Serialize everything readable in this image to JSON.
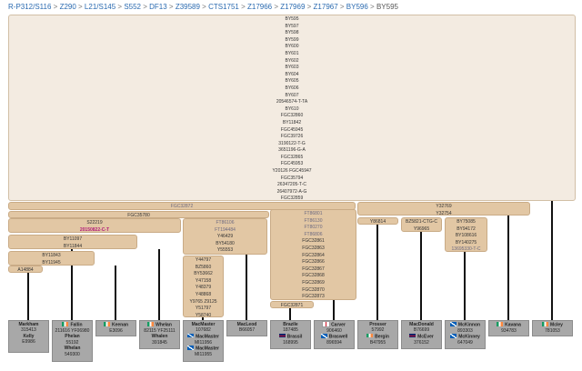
{
  "breadcrumb": {
    "links": [
      "R-P312/S116",
      "Z290",
      "L21/S145",
      "S552",
      "DF13",
      "Z39589",
      "CTS1751",
      "Z17966",
      "Z17969",
      "Z17967",
      "BY596"
    ],
    "separator": ">",
    "current": "BY595"
  },
  "root_block": {
    "snps": [
      "BY595",
      "BY597",
      "BY598",
      "BY599",
      "BY600",
      "BY601",
      "BY602",
      "BY603",
      "BY604",
      "BY605",
      "BY606",
      "BY607",
      "20546574-T-TA",
      "BY610",
      "FGC32860",
      "BY11842",
      "FGC45945",
      "FGC39726",
      "3190122-T-G",
      "3651196-G-A",
      "FGC32865",
      "FGC45953",
      "Y20126 FGC45947",
      "FGC35794",
      "26347205-T-C",
      "26407972-A-G",
      "FGC32859"
    ]
  },
  "blocks": [
    {
      "id": "fgc32872",
      "snps": [
        "FGC32872"
      ],
      "style": "dim"
    },
    {
      "id": "y32769",
      "snps": [
        "Y32769",
        "Y32754"
      ]
    },
    {
      "id": "fgc35780",
      "snps": [
        "FGC35780"
      ]
    },
    {
      "id": "s22219",
      "snps": [
        "S22219",
        "20150822-C-T"
      ],
      "selected_index": 1
    },
    {
      "id": "by11097",
      "snps": [
        "BY11097",
        "BY11844"
      ]
    },
    {
      "id": "by11843",
      "snps": [
        "BY11843",
        "BY11945"
      ]
    },
    {
      "id": "a14884",
      "snps": [
        "A14884"
      ]
    },
    {
      "id": "ft86106",
      "snps": [
        "FT86106",
        "FT194484",
        "Y46429",
        "BY54180",
        "Y55553"
      ],
      "dim_indices": [
        0,
        1
      ]
    },
    {
      "id": "y44797",
      "snps": [
        "Y44797",
        "BZ5860",
        "BY53662",
        "Y47158",
        "Y48379",
        "Y48868",
        "Y9765 Z9125",
        "Y51797",
        "Y58740"
      ]
    },
    {
      "id": "ft86801",
      "snps": [
        "FT86801",
        "FT86130",
        "FT80270",
        "FT86806",
        "FGC32861",
        "FGC32863",
        "FGC32864",
        "FGC32866",
        "FGC32867",
        "FGC32868",
        "FGC32869",
        "FGC32870",
        "FGC32873"
      ],
      "dim_indices": [
        0,
        1,
        2,
        3
      ]
    },
    {
      "id": "fgc32871",
      "snps": [
        "FGC32871"
      ]
    },
    {
      "id": "y86814",
      "snps": [
        "Y86814"
      ]
    },
    {
      "id": "bz5821",
      "snps": [
        "BZ5821-CTG-C",
        "Y96965"
      ]
    },
    {
      "id": "by75085",
      "snps": [
        "BY75085",
        "BY94172",
        "BY108616",
        "BY140275",
        "13695330-T-C"
      ],
      "dim_indices": [
        4
      ]
    }
  ],
  "leaves": [
    {
      "id": "markham",
      "lines": [
        {
          "text": "Markham",
          "bold": true
        },
        {
          "text": "315413"
        },
        {
          "text": "Kelly",
          "bold": true
        },
        {
          "text": "E9986"
        }
      ]
    },
    {
      "id": "fallin",
      "lines": [
        {
          "text": "Fallin",
          "bold": true,
          "flag": "ie"
        },
        {
          "text": "211616 YF06980"
        },
        {
          "text": "Phelan",
          "bold": true
        },
        {
          "text": "55192"
        },
        {
          "text": "Whelan",
          "bold": true
        },
        {
          "text": "549300"
        }
      ]
    },
    {
      "id": "keenan",
      "lines": [
        {
          "text": "Keenan",
          "bold": true,
          "flag": "ie"
        },
        {
          "text": "E3096"
        }
      ]
    },
    {
      "id": "whelan",
      "lines": [
        {
          "text": "Whelan",
          "bold": true,
          "flag": "ie"
        },
        {
          "text": "82115 YF25111"
        },
        {
          "text": "Whalen",
          "bold": true
        },
        {
          "text": "391845"
        }
      ]
    },
    {
      "id": "macmaster",
      "lines": [
        {
          "text": "MacMaster",
          "bold": true
        },
        {
          "text": "107682"
        },
        {
          "text": "MacMaster",
          "bold": true,
          "flag": "sc"
        },
        {
          "text": "MI11956"
        },
        {
          "text": "MacMaster",
          "bold": true,
          "flag": "sc"
        },
        {
          "text": "MI11955"
        }
      ]
    },
    {
      "id": "macleod",
      "lines": [
        {
          "text": "MacLeod",
          "bold": true
        },
        {
          "text": "B66057"
        }
      ]
    },
    {
      "id": "brazile",
      "lines": [
        {
          "text": "Brazile",
          "bold": true
        },
        {
          "text": "187485"
        },
        {
          "text": "Brassil",
          "bold": true,
          "flag": "gb"
        },
        {
          "text": "168995"
        }
      ]
    },
    {
      "id": "carver",
      "lines": [
        {
          "text": "Carver",
          "bold": true,
          "flag": "en"
        },
        {
          "text": "906460"
        },
        {
          "text": "Braswell",
          "bold": true,
          "flag": "sc"
        },
        {
          "text": "896594"
        }
      ]
    },
    {
      "id": "prosser",
      "lines": [
        {
          "text": "Prosser",
          "bold": true
        },
        {
          "text": "57992"
        },
        {
          "text": "Bergin",
          "bold": true,
          "flag": "ie"
        },
        {
          "text": "B47955"
        }
      ]
    },
    {
      "id": "macdonald",
      "lines": [
        {
          "text": "MacDonald",
          "bold": true
        },
        {
          "text": "B76699"
        },
        {
          "text": "McEver",
          "bold": true,
          "flag": "gb"
        },
        {
          "text": "376152"
        }
      ]
    },
    {
      "id": "mckinnon",
      "lines": [
        {
          "text": "McKinnon",
          "bold": true,
          "flag": "sc"
        },
        {
          "text": "893303"
        },
        {
          "text": "McKinney",
          "bold": true,
          "flag": "sc"
        },
        {
          "text": "647049"
        }
      ]
    },
    {
      "id": "kavana",
      "lines": [
        {
          "text": "Kavana",
          "bold": true,
          "flag": "ie"
        },
        {
          "text": "934783"
        }
      ]
    },
    {
      "id": "mcley",
      "lines": [
        {
          "text": "Mcley",
          "bold": true,
          "flag": "ie"
        },
        {
          "text": "781053"
        }
      ]
    }
  ]
}
